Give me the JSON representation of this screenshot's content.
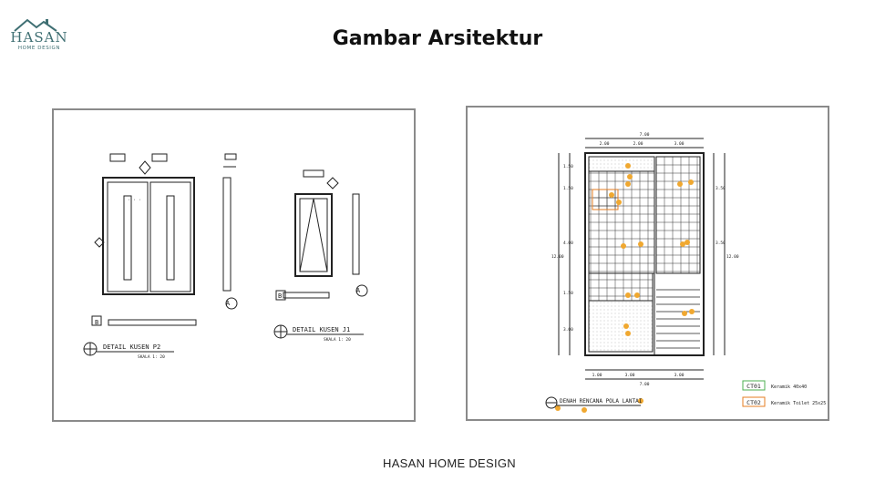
{
  "header": {
    "logo_text": "HASAN",
    "logo_subtext": "HOME DESIGN",
    "title": "Gambar Arsitektur"
  },
  "left_drawing": {
    "detail_p2": "DETAIL KUSEN P2",
    "detail_p2_scale": "SKALA 1:   20",
    "detail_j1": "DETAIL KUSEN J1",
    "detail_j1_scale": "SKALA 1:   20",
    "section_a": "A",
    "section_b": "B"
  },
  "right_drawing": {
    "plan_title": "DENAH RENCANA POLA LANTAI",
    "top_total": "7.00",
    "top_dims": [
      "2.00",
      "2.00",
      "3.00"
    ],
    "bottom_dims": [
      "1.00",
      "3.00",
      "3.00"
    ],
    "bottom_total": "7.00",
    "left_dims": [
      "1.50",
      "1.50",
      "4.00",
      "1.50",
      "3.00"
    ],
    "left_total": "12.00",
    "right_dims": [
      "3.50",
      "3.50"
    ],
    "right_total": "12.00",
    "legend": [
      {
        "code": "CT01",
        "label": "Keramik 40x40",
        "color": "#4caf50"
      },
      {
        "code": "CT02",
        "label": "Keramik Toilet 25x25",
        "color": "#e67e22"
      }
    ]
  },
  "footer": {
    "text": "HASAN HOME DESIGN"
  },
  "colors": {
    "accent": "#3f6f73",
    "marker": "#f0a830"
  }
}
